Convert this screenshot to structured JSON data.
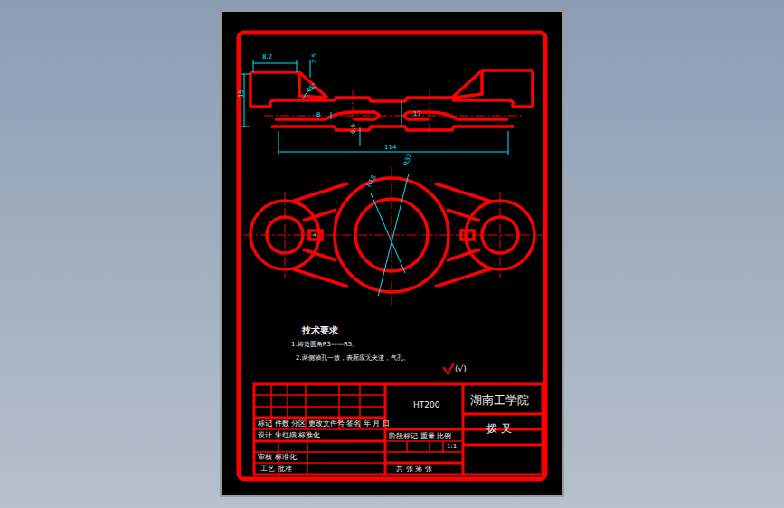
{
  "diagram": {
    "labels": [
      "8.2",
      "2.5",
      "15",
      "45°",
      "8",
      "6.5",
      "17",
      "114",
      "R32",
      "R18",
      "4",
      "技术要求",
      "1.铸造圆角R3——R5。",
      "2.两侧轴孔一致，表面应无夹渣，气孔。",
      "(√)",
      "HT200",
      "湖南工学院",
      "拨 叉",
      "标记 件数 分区 更改文件号 签名 年 月 日",
      "设计 朱红娥 标准化",
      "审核 标准化",
      "工艺 批准",
      "阶段标记 重量 比例",
      "1:1",
      "共 张 第 张"
    ]
  }
}
